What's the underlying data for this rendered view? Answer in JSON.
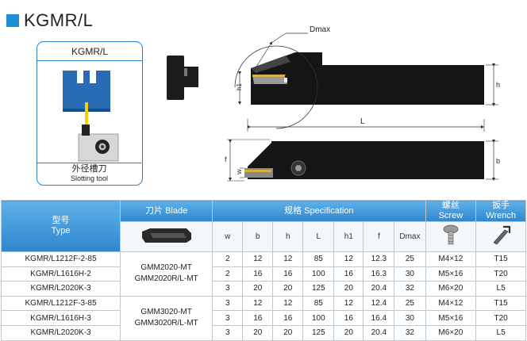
{
  "header": {
    "title": "KGMR/L"
  },
  "insert_panel": {
    "label": "KGMR/L",
    "caption_cn": "外径槽刀",
    "caption_en": "Slotting tool"
  },
  "drawing": {
    "dim_dmax": "Dmax",
    "dim_h1": "h1",
    "dim_h": "h",
    "dim_L": "L",
    "dim_f": "f",
    "dim_w": "W",
    "dim_b": "b"
  },
  "table": {
    "type_cn": "型号",
    "type_en": "Type",
    "blade_header": "刀片 Blade",
    "spec_header": "规格 Specification",
    "screw_cn": "螺丝",
    "screw_en": "Screw",
    "wrench_cn": "扳手",
    "wrench_en": "Wrench",
    "columns": [
      "w",
      "b",
      "h",
      "L",
      "h1",
      "f",
      "Dmax"
    ],
    "rows": [
      {
        "type": "KGMR/L1212F-2-85",
        "w": "2",
        "b": "12",
        "h": "12",
        "L": "85",
        "h1": "12",
        "f": "12.3",
        "dmax": "25",
        "screw": "M4×12",
        "wrench": "T15"
      },
      {
        "type": "KGMR/L1616H-2",
        "w": "2",
        "b": "16",
        "h": "16",
        "L": "100",
        "h1": "16",
        "f": "16.3",
        "dmax": "30",
        "screw": "M5×16",
        "wrench": "T20"
      },
      {
        "type": "KGMR/L2020K-3",
        "w": "3",
        "b": "20",
        "h": "20",
        "L": "125",
        "h1": "20",
        "f": "20.4",
        "dmax": "32",
        "screw": "M6×20",
        "wrench": "L5"
      },
      {
        "type": "KGMR/L1212F-3-85",
        "w": "3",
        "b": "12",
        "h": "12",
        "L": "85",
        "h1": "12",
        "f": "12.4",
        "dmax": "25",
        "screw": "M4×12",
        "wrench": "T15"
      },
      {
        "type": "KGMR/L1616H-3",
        "w": "3",
        "b": "16",
        "h": "16",
        "L": "100",
        "h1": "16",
        "f": "16.4",
        "dmax": "30",
        "screw": "M5×16",
        "wrench": "T20"
      },
      {
        "type": "KGMR/L2020K-3",
        "w": "3",
        "b": "20",
        "h": "20",
        "L": "125",
        "h1": "20",
        "f": "20.4",
        "dmax": "32",
        "screw": "M6×20",
        "wrench": "L5"
      }
    ],
    "blade_groups": [
      {
        "line1": "GMM2020-MT",
        "line2": "GMM2020R/L-MT"
      },
      {
        "line1": "GMM3020-MT",
        "line2": "GMM3020R/L-MT"
      }
    ]
  },
  "colors": {
    "accent": "#1d8fd6",
    "header_blue": "#2f86cc",
    "border": "#2d7fc4"
  }
}
